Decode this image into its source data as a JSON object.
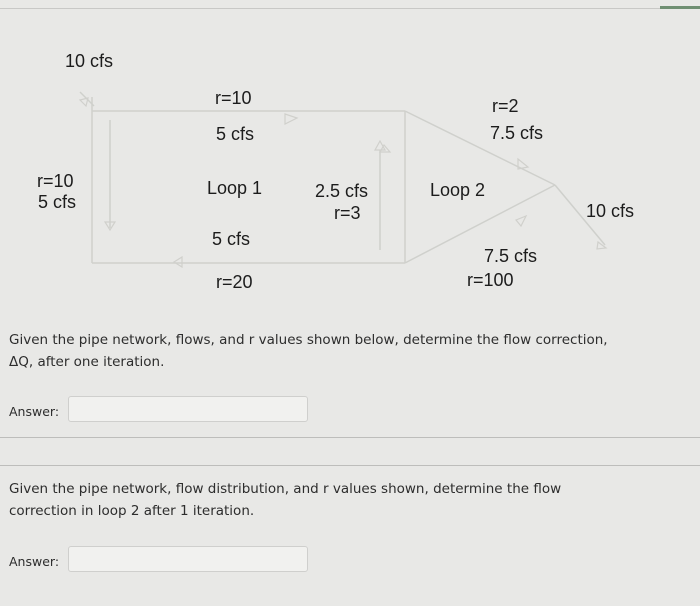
{
  "diagram": {
    "inflow_left": "10 cfs",
    "top_left_r": "r=10",
    "top_left_flow": "5 cfs",
    "top_right_r": "r=2",
    "top_right_flow": "7.5 cfs",
    "left_r": "r=10",
    "left_flow": "5 cfs",
    "loop1": "Loop 1",
    "middle_flow": "2.5 cfs",
    "middle_r": "r=3",
    "loop2": "Loop 2",
    "outflow_right": "10 cfs",
    "bottom_flow": "5 cfs",
    "bottom_r": "r=20",
    "bottom_right_flow": "7.5 cfs",
    "bottom_right_r": "r=100"
  },
  "question1": {
    "text": "Given the pipe network, flows, and r values shown below, determine the flow correction, ΔQ, after one iteration.",
    "answer_label": "Answer:",
    "answer_value": ""
  },
  "question2": {
    "text": "Given the pipe network, flow distribution, and r values shown, determine the flow correction in loop 2 after 1 iteration.",
    "answer_label": "Answer:",
    "answer_value": ""
  }
}
